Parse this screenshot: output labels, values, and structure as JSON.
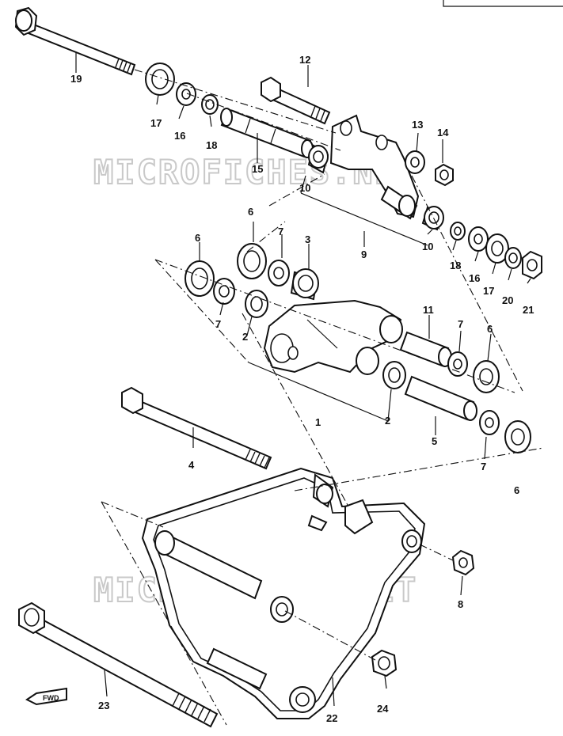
{
  "watermark": "MICROFICHES.NET",
  "fwd_badge": "FWD",
  "callouts": {
    "c1": "1",
    "c2a": "2",
    "c2b": "2",
    "c3": "3",
    "c4": "4",
    "c5": "5",
    "c6a": "6",
    "c6b": "6",
    "c6c": "6",
    "c6d": "6",
    "c7a": "7",
    "c7b": "7",
    "c7c": "7",
    "c7d": "7",
    "c8": "8",
    "c9": "9",
    "c10a": "10",
    "c10b": "10",
    "c11": "11",
    "c12": "12",
    "c13": "13",
    "c14": "14",
    "c15": "15",
    "c16a": "16",
    "c16b": "16",
    "c17a": "17",
    "c17b": "17",
    "c18a": "18",
    "c18b": "18",
    "c19": "19",
    "c20": "20",
    "c21": "21",
    "c22": "22",
    "c23": "23",
    "c24": "24"
  }
}
